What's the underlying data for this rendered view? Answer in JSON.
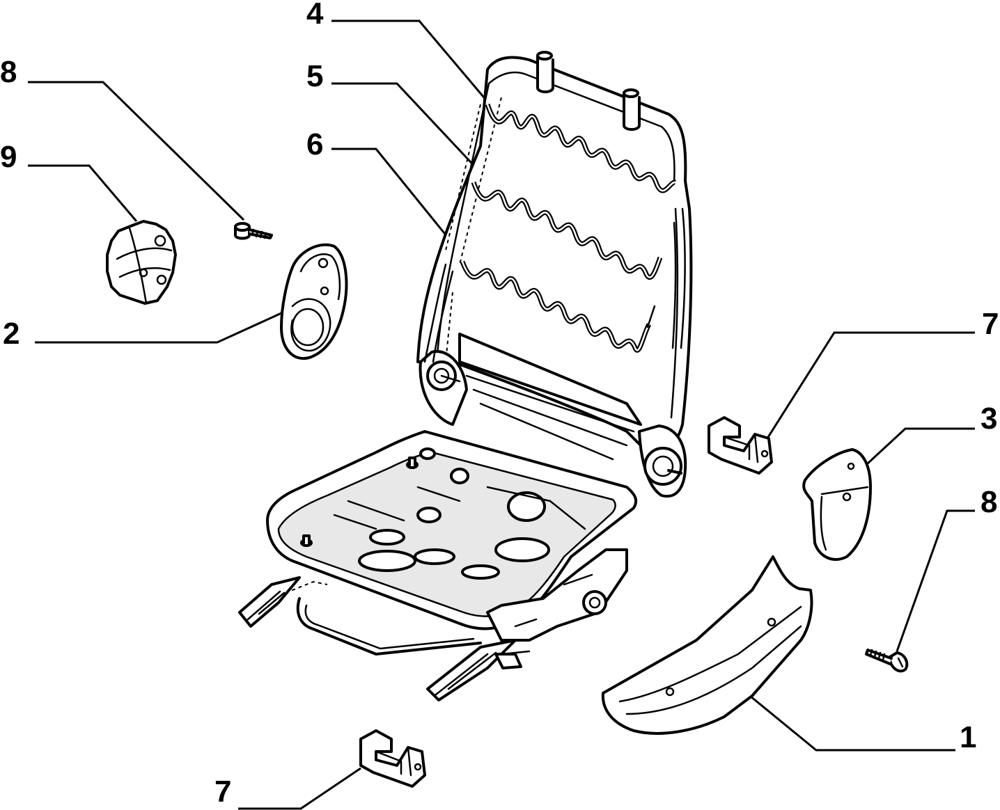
{
  "labels": {
    "c1": "1",
    "c2": "2",
    "c3": "3",
    "c4": "4",
    "c5": "5",
    "c6": "6",
    "c7_right": "7",
    "c7_bottom": "7",
    "c8_left": "8",
    "c8_right": "8",
    "c9": "9"
  }
}
